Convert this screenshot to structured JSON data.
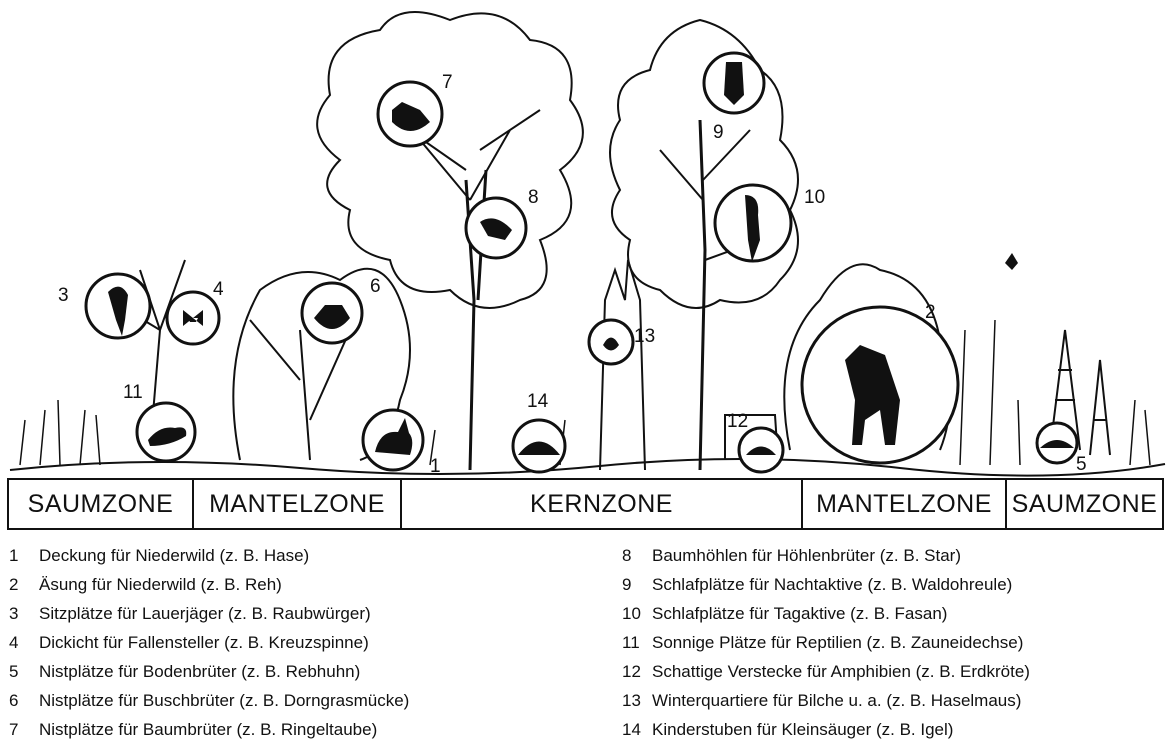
{
  "zones": [
    "SAUMZONE",
    "MANTELZONE",
    "KERNZONE",
    "MANTELZONE",
    "SAUMZONE"
  ],
  "markers": [
    "1",
    "2",
    "3",
    "4",
    "5",
    "6",
    "7",
    "8",
    "9",
    "10",
    "11",
    "12",
    "13",
    "14"
  ],
  "legend": {
    "left": [
      {
        "num": "1",
        "text": "Deckung für Niederwild (z. B. Hase)"
      },
      {
        "num": "2",
        "text": "Äsung für Niederwild (z. B. Reh)"
      },
      {
        "num": "3",
        "text": "Sitzplätze für Lauerjäger (z. B. Raubwürger)"
      },
      {
        "num": "4",
        "text": "Dickicht für Fallensteller (z. B. Kreuzspinne)"
      },
      {
        "num": "5",
        "text": "Nistplätze für Bodenbrüter (z. B. Rebhuhn)"
      },
      {
        "num": "6",
        "text": "Nistplätze für Buschbrüter (z. B. Dorngrasmücke)"
      },
      {
        "num": "7",
        "text": "Nistplätze für Baumbrüter (z. B. Ringeltaube)"
      }
    ],
    "right": [
      {
        "num": "8",
        "text": "Baumhöhlen für Höhlenbrüter (z. B. Star)"
      },
      {
        "num": "9",
        "text": "Schlafplätze für Nachtaktive (z. B. Waldohreule)"
      },
      {
        "num": "10",
        "text": "Schlafplätze für Tagaktive (z. B. Fasan)"
      },
      {
        "num": "11",
        "text": "Sonnige Plätze für Reptilien (z. B. Zauneidechse)"
      },
      {
        "num": "12",
        "text": "Schattige Verstecke für Amphibien (z. B. Erdkröte)"
      },
      {
        "num": "13",
        "text": "Winterquartiere für Bilche u. a. (z. B. Haselmaus)"
      },
      {
        "num": "14",
        "text": "Kinderstuben für Kleinsäuger (z. B. Igel)"
      }
    ]
  }
}
